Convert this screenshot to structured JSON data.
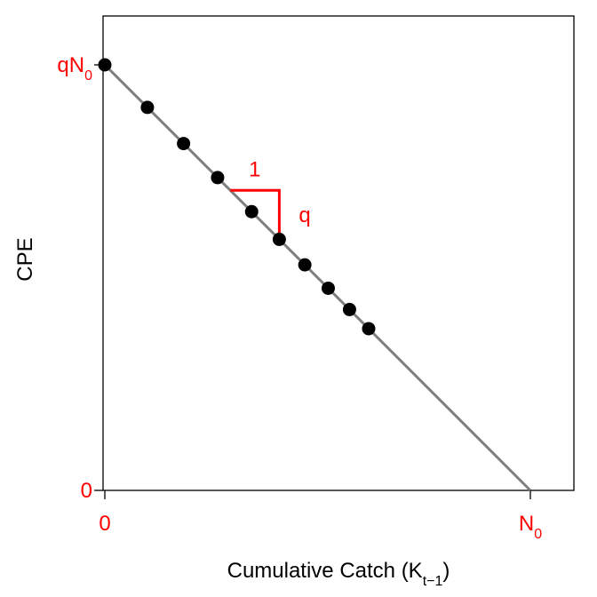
{
  "chart_data": {
    "type": "scatter",
    "xlabel": "Cumulative  Catch  (K",
    "xlabel_sub": "t−1",
    "xlabel_close": ")",
    "ylabel": "CPE",
    "xlim": [
      0,
      1.0
    ],
    "ylim": [
      0,
      1.0
    ],
    "x_ticks": [
      {
        "value": 0,
        "label": "0",
        "sub": ""
      },
      {
        "value": 1.0,
        "label": "N",
        "sub": "0"
      }
    ],
    "y_ticks": [
      {
        "value": 0,
        "label": "0",
        "sub": ""
      },
      {
        "value": 1.0,
        "label": "qN",
        "sub": "0"
      }
    ],
    "points": [
      {
        "x": 0.0,
        "y": 1.0
      },
      {
        "x": 0.1,
        "y": 0.9
      },
      {
        "x": 0.185,
        "y": 0.815
      },
      {
        "x": 0.265,
        "y": 0.735
      },
      {
        "x": 0.345,
        "y": 0.655
      },
      {
        "x": 0.41,
        "y": 0.59
      },
      {
        "x": 0.47,
        "y": 0.53
      },
      {
        "x": 0.525,
        "y": 0.475
      },
      {
        "x": 0.575,
        "y": 0.425
      },
      {
        "x": 0.62,
        "y": 0.38
      }
    ],
    "fit_line": {
      "x": [
        0,
        1.0
      ],
      "y": [
        1.0,
        0
      ]
    },
    "slope_annotation": {
      "run_label": "1",
      "rise_label": "q",
      "start": {
        "x": 0.295,
        "y": 0.705
      },
      "corner": {
        "x": 0.41,
        "y": 0.705
      },
      "end": {
        "x": 0.41,
        "y": 0.59
      }
    },
    "colors": {
      "points": "#000000",
      "line": "#7f7f7f",
      "annotation": "#ff0000",
      "axis": "#000000"
    },
    "grid": false
  }
}
